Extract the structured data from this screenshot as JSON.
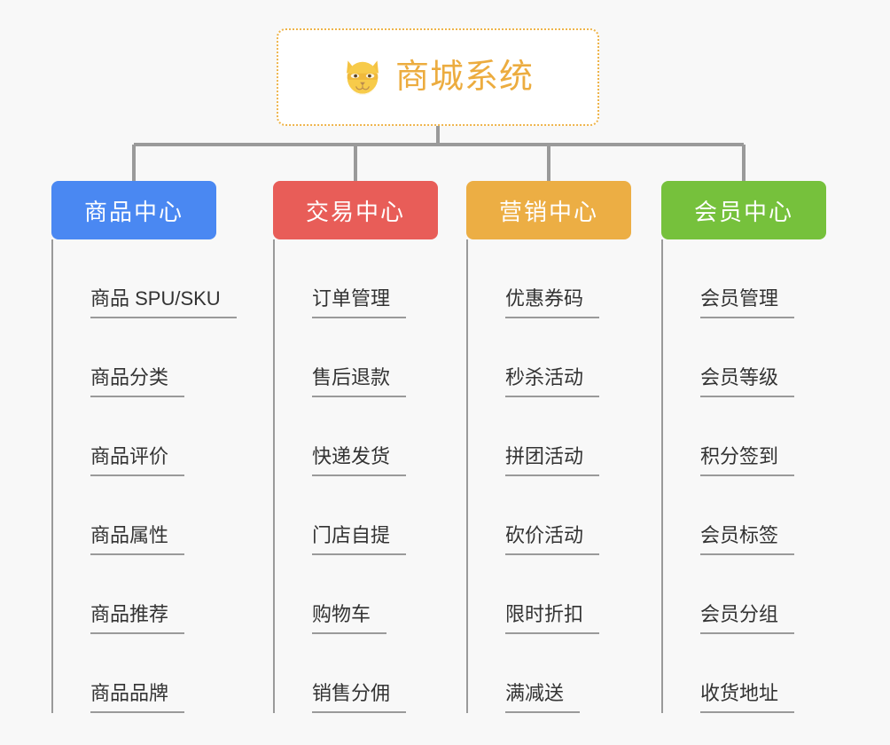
{
  "root": {
    "title": "商城系统",
    "icon": "shiba-dog-face-icon",
    "accent_color": "#ecac3f",
    "border_style": "dotted",
    "background": "#ffffff"
  },
  "canvas": {
    "background_color": "#f8f8f8",
    "connector_color": "#9a9a9a"
  },
  "branches": [
    {
      "label": "商品中心",
      "color": "#4a88f2",
      "items": [
        "商品 SPU/SKU",
        "商品分类",
        "商品评价",
        "商品属性",
        "商品推荐",
        "商品品牌"
      ]
    },
    {
      "label": "交易中心",
      "color": "#e85d58",
      "items": [
        "订单管理",
        "售后退款",
        "快递发货",
        "门店自提",
        "购物车",
        "销售分佣"
      ]
    },
    {
      "label": "营销中心",
      "color": "#ecae44",
      "items": [
        "优惠券码",
        "秒杀活动",
        "拼团活动",
        "砍价活动",
        "限时折扣",
        "满减送"
      ]
    },
    {
      "label": "会员中心",
      "color": "#76c13c",
      "items": [
        "会员管理",
        "会员等级",
        "积分签到",
        "会员标签",
        "会员分组",
        "收货地址"
      ]
    }
  ]
}
